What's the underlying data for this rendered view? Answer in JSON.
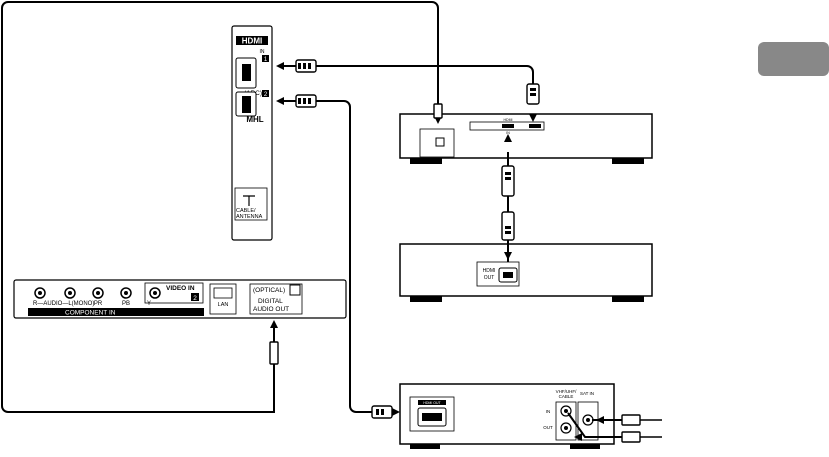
{
  "tv_side_panel": {
    "hdmi_logo": "HDMI",
    "hdmi_in_label": "IN",
    "port1_number": "1",
    "port1_sub": "(ARC)",
    "port2_number": "2",
    "mhl_label": "MHL",
    "antenna_label_1": "CABLE/",
    "antenna_label_2": "ANTENNA"
  },
  "tv_rear_panel": {
    "audio_label": "R—AUDIO—L(MONO)",
    "pr_label": "PR",
    "pb_label": "PB",
    "y_label": "Y",
    "video_in_label": "VIDEO IN",
    "video_in_number": "2",
    "component_in_label": "COMPONENT IN",
    "lan_label": "LAN",
    "optical_label": "(OPTICAL)",
    "digital_audio_label_1": "DIGITAL",
    "digital_audio_label_2": "AUDIO OUT"
  },
  "device_top": {
    "hdmi_label": "HDMI",
    "hdmi_sub": "IN"
  },
  "device_middle": {
    "hdmi_out_label_1": "HDMI",
    "hdmi_out_label_2": "OUT"
  },
  "device_bottom": {
    "hdmi_out_label": "HDMI OUT",
    "vhf_label_1": "VHF/UHF/",
    "vhf_label_2": "CABLE",
    "in_label": "IN",
    "out_label": "OUT",
    "sat_in_label": "SAT IN"
  },
  "colors": {
    "line": "#000000",
    "panel": "#ffffff",
    "tab": "#888888",
    "port_fill": "#d0d0d0"
  }
}
